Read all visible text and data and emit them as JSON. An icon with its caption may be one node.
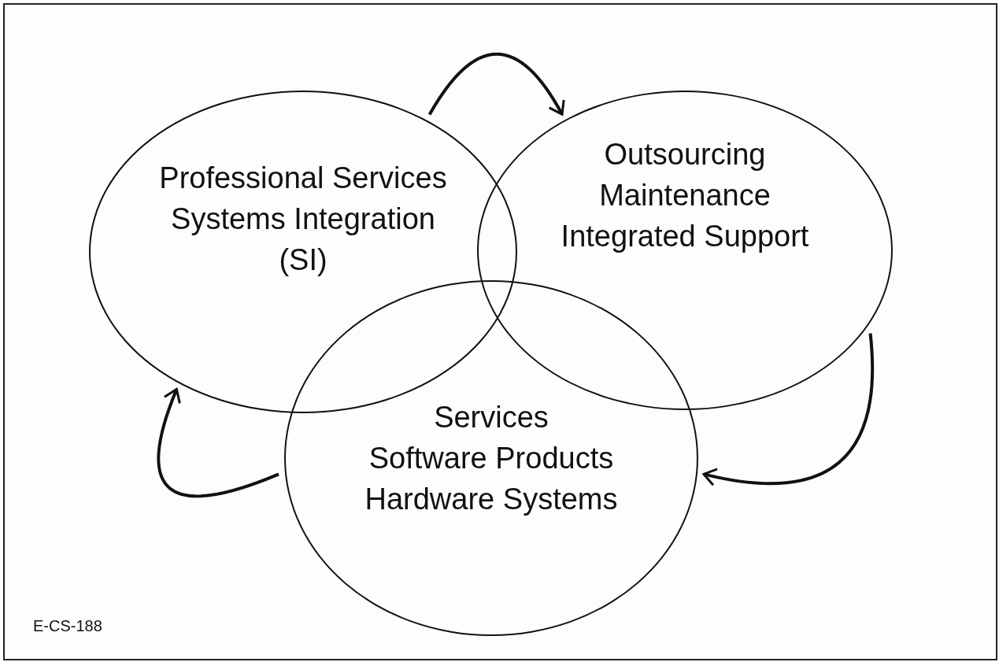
{
  "diagram": {
    "nodes": [
      {
        "text": [
          "Professional Services",
          "Systems Integration (SI)"
        ]
      },
      {
        "text": [
          "Outsourcing",
          "Maintenance",
          "Integrated Support"
        ]
      },
      {
        "text": [
          "Services",
          "Software Products",
          "Hardware Systems"
        ]
      }
    ],
    "edges": [
      {
        "from": 0,
        "to": 1,
        "arrow": "to"
      },
      {
        "from": 1,
        "to": 2,
        "arrow": "to"
      },
      {
        "from": 2,
        "to": 0,
        "arrow": "to"
      }
    ],
    "labels": [
      "E-CS-188"
    ]
  }
}
